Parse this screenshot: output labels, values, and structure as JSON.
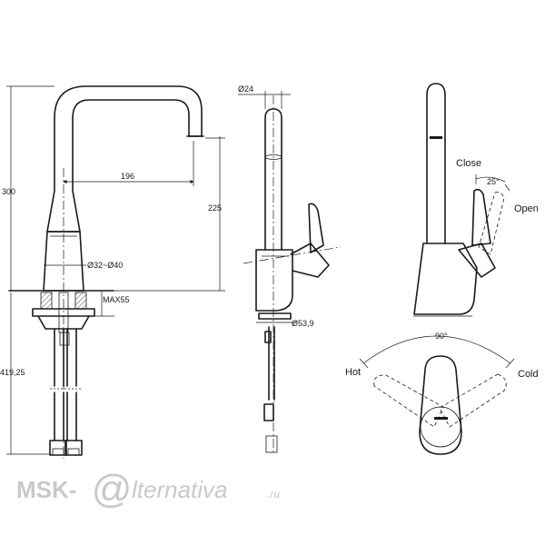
{
  "front_view": {
    "dim_height": "300",
    "dim_reach": "196",
    "dim_spout_height": "225",
    "dim_hole": "Ø32~Ø40",
    "dim_max_thickness": "MAX55",
    "dim_hose_length": "419,25"
  },
  "side_view": {
    "dim_spout_diameter": "Ø24",
    "dim_base_diameter": "Ø53,9"
  },
  "lever_view": {
    "label_close": "Close",
    "label_open": "Open",
    "angle_open": "25°"
  },
  "top_view": {
    "label_hot": "Hot",
    "label_cold": "Cold",
    "angle_rotation": "90°"
  },
  "watermark": {
    "text_left": "MSK-",
    "text_at": "@",
    "text_right": "lternativa",
    "text_suffix": ".ru"
  }
}
